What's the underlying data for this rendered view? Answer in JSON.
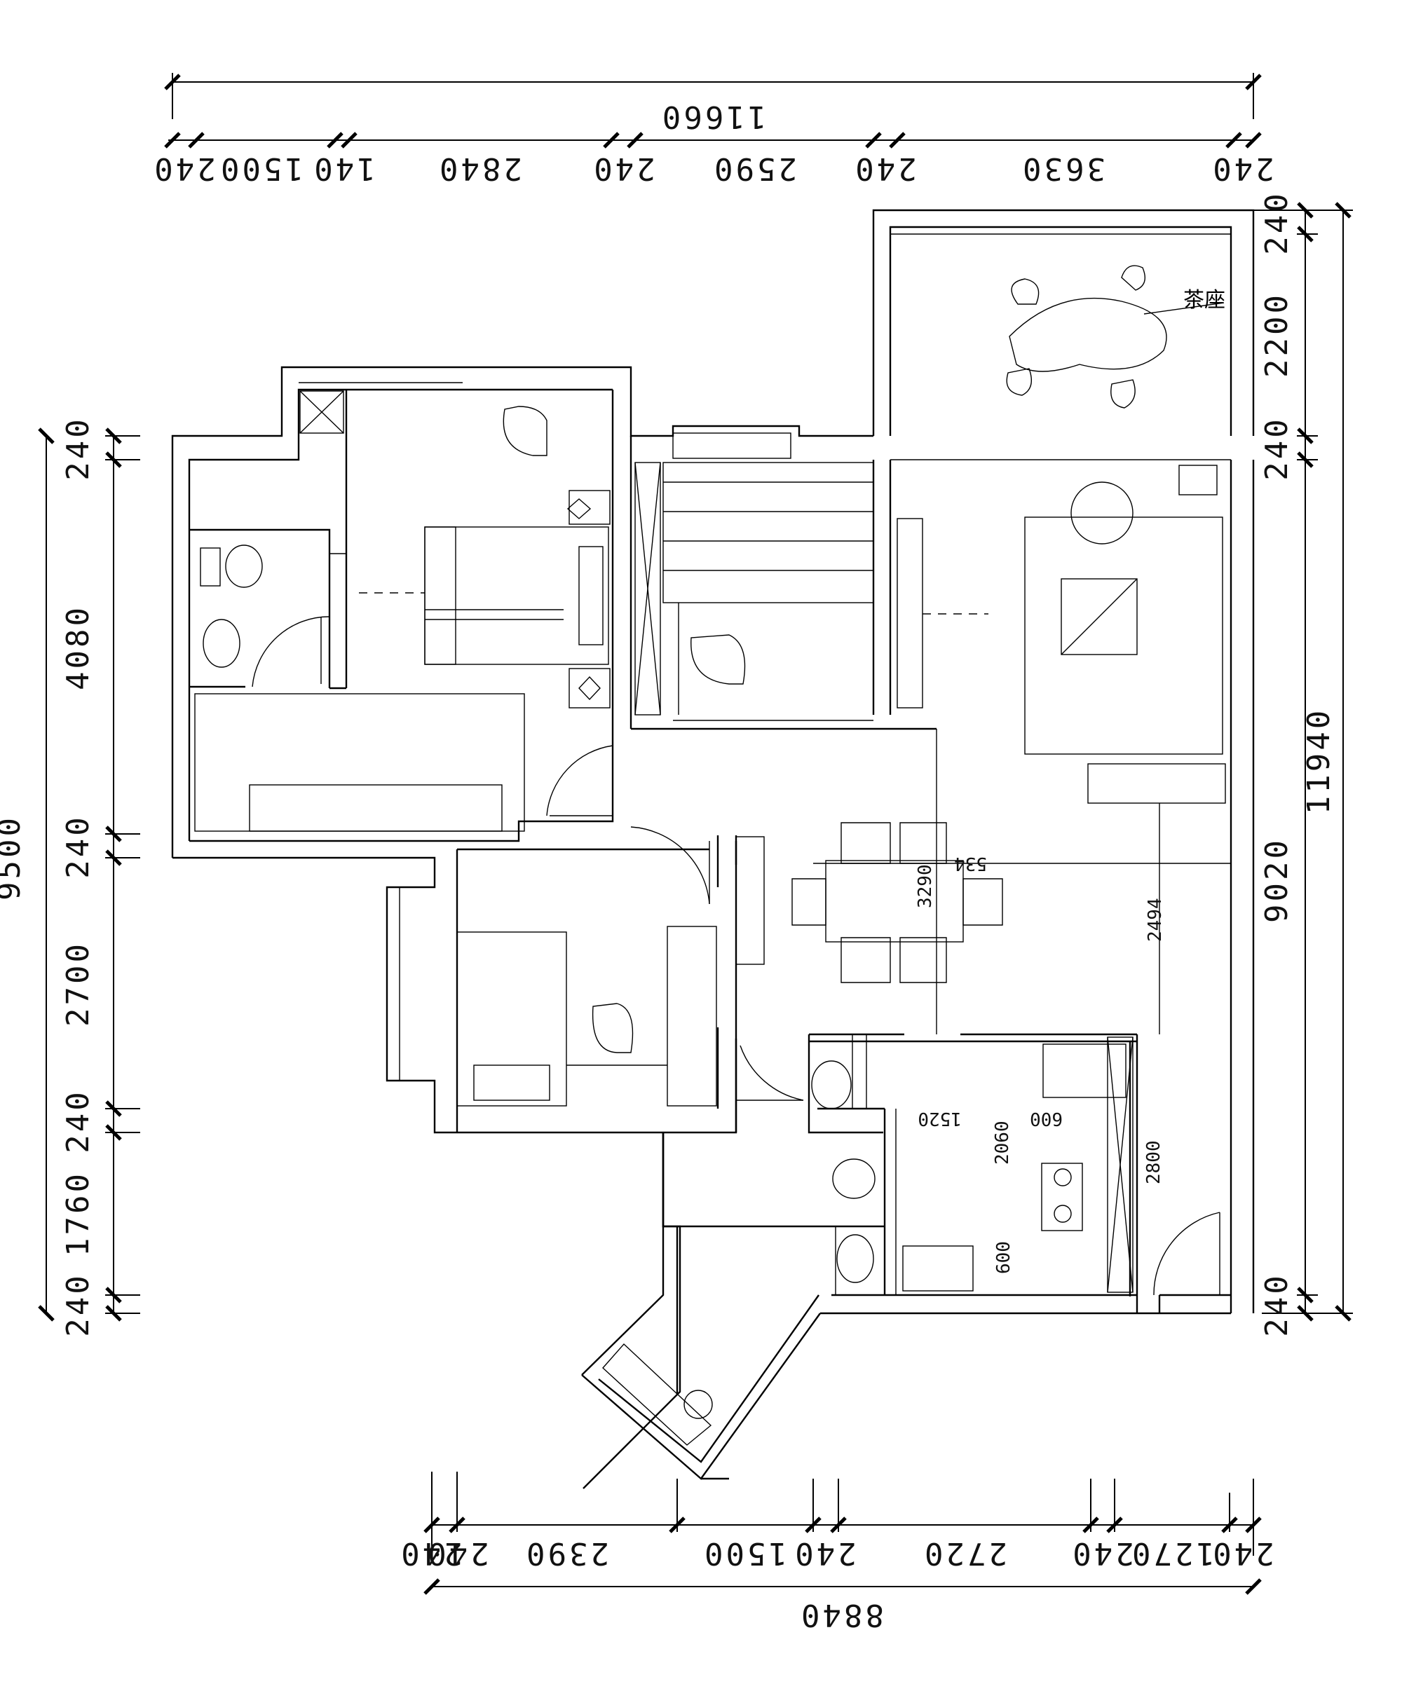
{
  "drawing": {
    "label_tea_seat": "茶座",
    "top": {
      "overall": "11660",
      "segments": [
        "240",
        "1500",
        "140",
        "2840",
        "240",
        "2590",
        "240",
        "3630",
        "240"
      ]
    },
    "bottom": {
      "overall": "8840",
      "segments": [
        "240",
        "2390",
        "1500",
        "240",
        "2720",
        "240",
        "1270",
        "240"
      ]
    },
    "left": {
      "overall": "9500",
      "segments": [
        "240",
        "4080",
        "240",
        "2700",
        "240",
        "1760",
        "240"
      ]
    },
    "right": {
      "overall": "11940",
      "sub_overall": "9020",
      "segments": [
        "240",
        "2200",
        "240",
        "240"
      ]
    },
    "interior": [
      "534",
      "3290",
      "2494",
      "1520",
      "600",
      "2060",
      "2800",
      "600"
    ]
  }
}
